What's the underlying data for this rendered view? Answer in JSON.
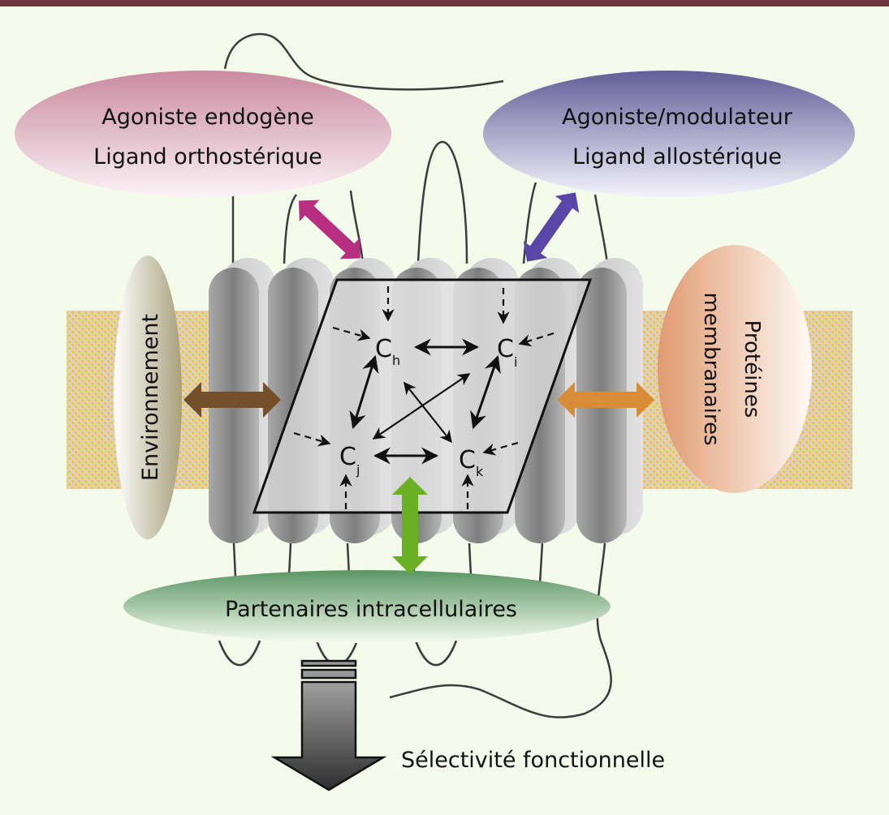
{
  "figure": {
    "ligands": {
      "orthosteric": {
        "line1": "Agoniste endogène",
        "line2": "Ligand orthostérique",
        "color": "#c98aa0",
        "arrow_color": "#b82e80"
      },
      "allosteric": {
        "line1": "Agoniste/modulateur",
        "line2": "Ligand allostérique",
        "color": "#6a66a0",
        "arrow_color": "#5a46a6"
      }
    },
    "environment": {
      "label": "Environnement",
      "color": "#b4ad8a",
      "arrow_color": "#74502a"
    },
    "membrane_proteins": {
      "line1": "Protéines",
      "line2": "membranaires",
      "color": "#e0a07a",
      "arrow_color": "#d88c38"
    },
    "intracellular": {
      "label": "Partenaires intracellulaires",
      "color": "#5e9a68",
      "arrow_color": "#6ab024"
    },
    "conformations": [
      {
        "base": "C",
        "sub": "h"
      },
      {
        "base": "C",
        "sub": "i"
      },
      {
        "base": "C",
        "sub": "j"
      },
      {
        "base": "C",
        "sub": "k"
      }
    ],
    "output": {
      "label": "Sélectivité fonctionnelle"
    },
    "header_bar_color": "#6e3540"
  }
}
